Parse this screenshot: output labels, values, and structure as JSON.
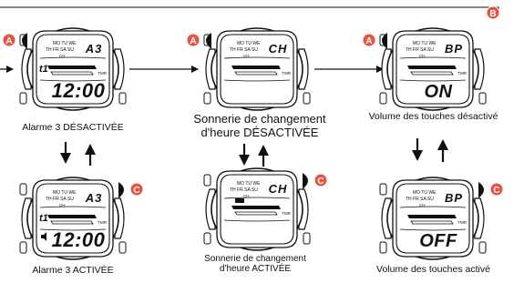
{
  "colors": {
    "accent": "#e8533f",
    "ink": "#111111",
    "case_fill": "#ffffff",
    "lcd_stroke": "#111111"
  },
  "buttons": {
    "a_letter": "A",
    "b_letter": "B",
    "c_letter": "C"
  },
  "lcd_day_labels": {
    "row1": "MO TU WE",
    "row2": "TH FR SA SU",
    "ch": "CH",
    "tmr": "TMR"
  },
  "watches": [
    {
      "id": "top1",
      "seg_top": "A3",
      "show_t1": true,
      "main": "12:00",
      "sound_icon": false,
      "ch_icon": false,
      "button": "A",
      "caption": "Alarme 3 DÉSACTIVÉE"
    },
    {
      "id": "top2",
      "seg_top": "CH",
      "show_t1": false,
      "main": "",
      "sound_icon": false,
      "ch_icon": false,
      "button": "A",
      "caption": "Sonnerie de changement\nd'heure DÉSACTIVÉE"
    },
    {
      "id": "top3",
      "seg_top": "BP",
      "show_t1": false,
      "main": "ON",
      "sound_icon": false,
      "ch_icon": false,
      "button": "A",
      "caption": "Volume des touches désactivé"
    },
    {
      "id": "bot1",
      "seg_top": "A3",
      "show_t1": true,
      "main": "12:00",
      "sound_icon": true,
      "ch_icon": false,
      "button": "C",
      "caption": "Alarme 3 ACTIVÉE"
    },
    {
      "id": "bot2",
      "seg_top": "CH",
      "show_t1": false,
      "main": "",
      "sound_icon": false,
      "ch_icon": true,
      "button": "C",
      "caption": "Sonnerie de changement\nd'heure ACTIVÉE"
    },
    {
      "id": "bot3",
      "seg_top": "BP",
      "show_t1": false,
      "main": "OFF",
      "sound_icon": false,
      "ch_icon": false,
      "button": "C",
      "caption": "Volume des touches activé"
    }
  ]
}
